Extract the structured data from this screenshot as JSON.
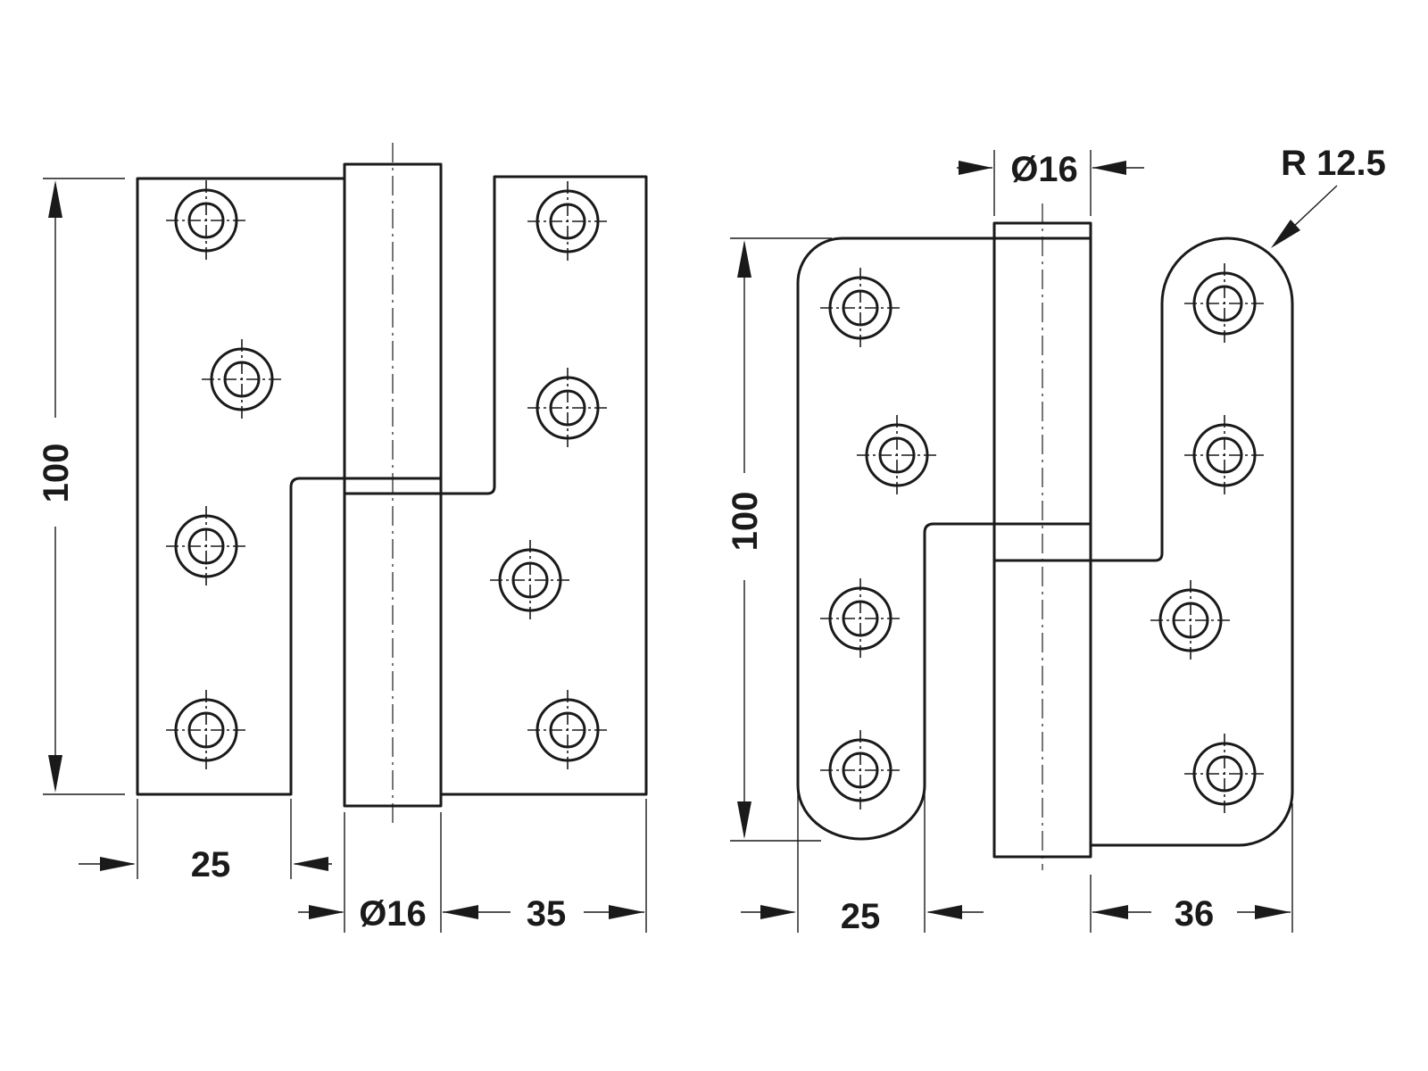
{
  "left_hinge": {
    "height_label": "100",
    "leaf_left_label": "25",
    "pin_diameter_label": "Ø16",
    "leaf_right_label": "35"
  },
  "right_hinge": {
    "height_label": "100",
    "leaf_left_label": "25",
    "pin_diameter_label": "Ø16",
    "leaf_right_label": "36",
    "radius_label": "R 12.5"
  },
  "colors": {
    "line": "#1a1a1a",
    "background": "#ffffff"
  }
}
